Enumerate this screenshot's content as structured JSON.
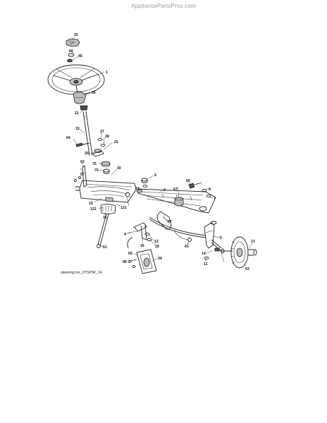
{
  "watermark": "AppliancePartsPros.com",
  "caption": "steering.tre_0TSPW_14",
  "callouts": [
    {
      "id": "c25",
      "text": "25"
    },
    {
      "id": "c68a",
      "text": "68"
    },
    {
      "id": "c45",
      "text": "45"
    },
    {
      "id": "c1",
      "text": "1"
    },
    {
      "id": "c26",
      "text": "26"
    },
    {
      "id": "c21",
      "text": "21"
    },
    {
      "id": "c15",
      "text": "15"
    },
    {
      "id": "c27",
      "text": "27"
    },
    {
      "id": "c64",
      "text": "64"
    },
    {
      "id": "c28",
      "text": "28"
    },
    {
      "id": "c22",
      "text": "22"
    },
    {
      "id": "c20",
      "text": "20"
    },
    {
      "id": "c75",
      "text": "75"
    },
    {
      "id": "c76",
      "text": "76"
    },
    {
      "id": "c30",
      "text": "30"
    },
    {
      "id": "c62",
      "text": "62"
    },
    {
      "id": "c57",
      "text": "57"
    },
    {
      "id": "c10",
      "text": "10"
    },
    {
      "id": "c9",
      "text": "9"
    },
    {
      "id": "c66",
      "text": "66"
    },
    {
      "id": "c2",
      "text": "2"
    },
    {
      "id": "c8",
      "text": "8"
    },
    {
      "id": "c7",
      "text": "7"
    },
    {
      "id": "c67",
      "text": "67"
    },
    {
      "id": "c19",
      "text": "19"
    },
    {
      "id": "c122",
      "text": "122"
    },
    {
      "id": "c121",
      "text": "121"
    },
    {
      "id": "c35",
      "text": "35"
    },
    {
      "id": "c87",
      "text": "87"
    },
    {
      "id": "c61",
      "text": "61"
    },
    {
      "id": "c4",
      "text": "4"
    },
    {
      "id": "c16",
      "text": "16"
    },
    {
      "id": "c18",
      "text": "18"
    },
    {
      "id": "c12",
      "text": "12"
    },
    {
      "id": "c63",
      "text": "63"
    },
    {
      "id": "c5",
      "text": "5"
    },
    {
      "id": "c69",
      "text": "69"
    },
    {
      "id": "c34",
      "text": "34"
    },
    {
      "id": "c68b",
      "text": "68"
    },
    {
      "id": "c14",
      "text": "14"
    },
    {
      "id": "c11",
      "text": "11"
    },
    {
      "id": "c13",
      "text": "13"
    },
    {
      "id": "c53",
      "text": "53"
    }
  ]
}
